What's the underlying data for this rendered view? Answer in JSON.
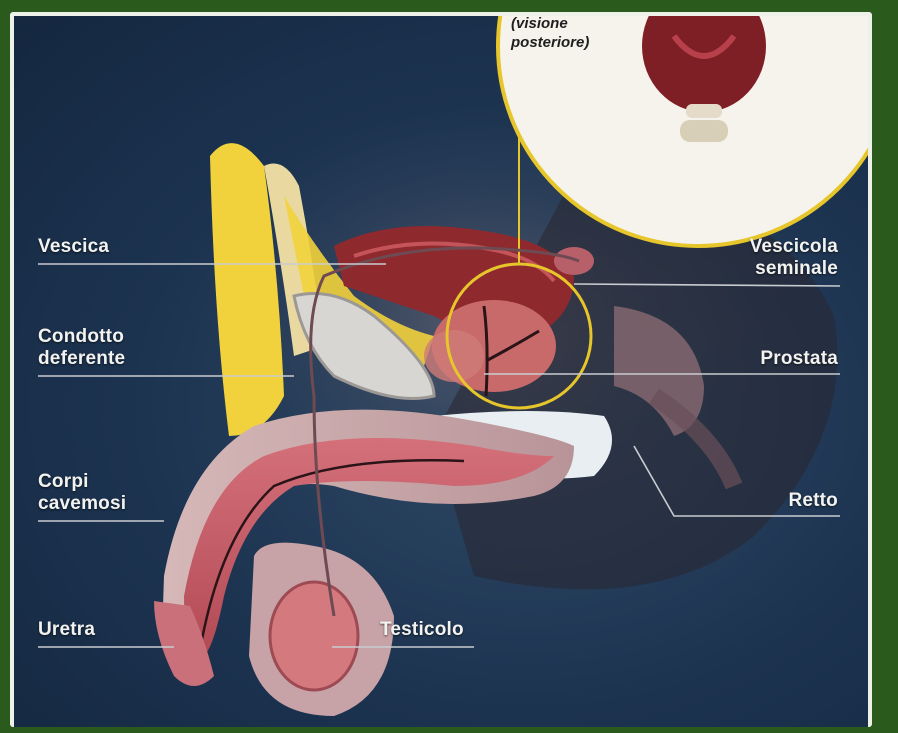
{
  "labels": {
    "vescica": "Vescica",
    "condotto_1": "Condotto",
    "condotto_2": "deferente",
    "corpi_1": "Corpi",
    "corpi_2": "cavemosi",
    "uretra": "Uretra",
    "testicolo": "Testicolo",
    "vescicola_1": "Vescicola",
    "vescicola_2": "seminale",
    "prostata": "Prostata",
    "retto": "Retto"
  },
  "inset": {
    "caption_1": "(visione",
    "caption_2": "posteriore)"
  },
  "colors": {
    "background": "#1c3350",
    "frame": "#2a5a1c",
    "highlight_ring": "#e6c62a",
    "label_text": "#f2f2f0",
    "bladder": "#8e2a2e",
    "prostate": "#c86a6a",
    "fat": "#f2d23c"
  }
}
